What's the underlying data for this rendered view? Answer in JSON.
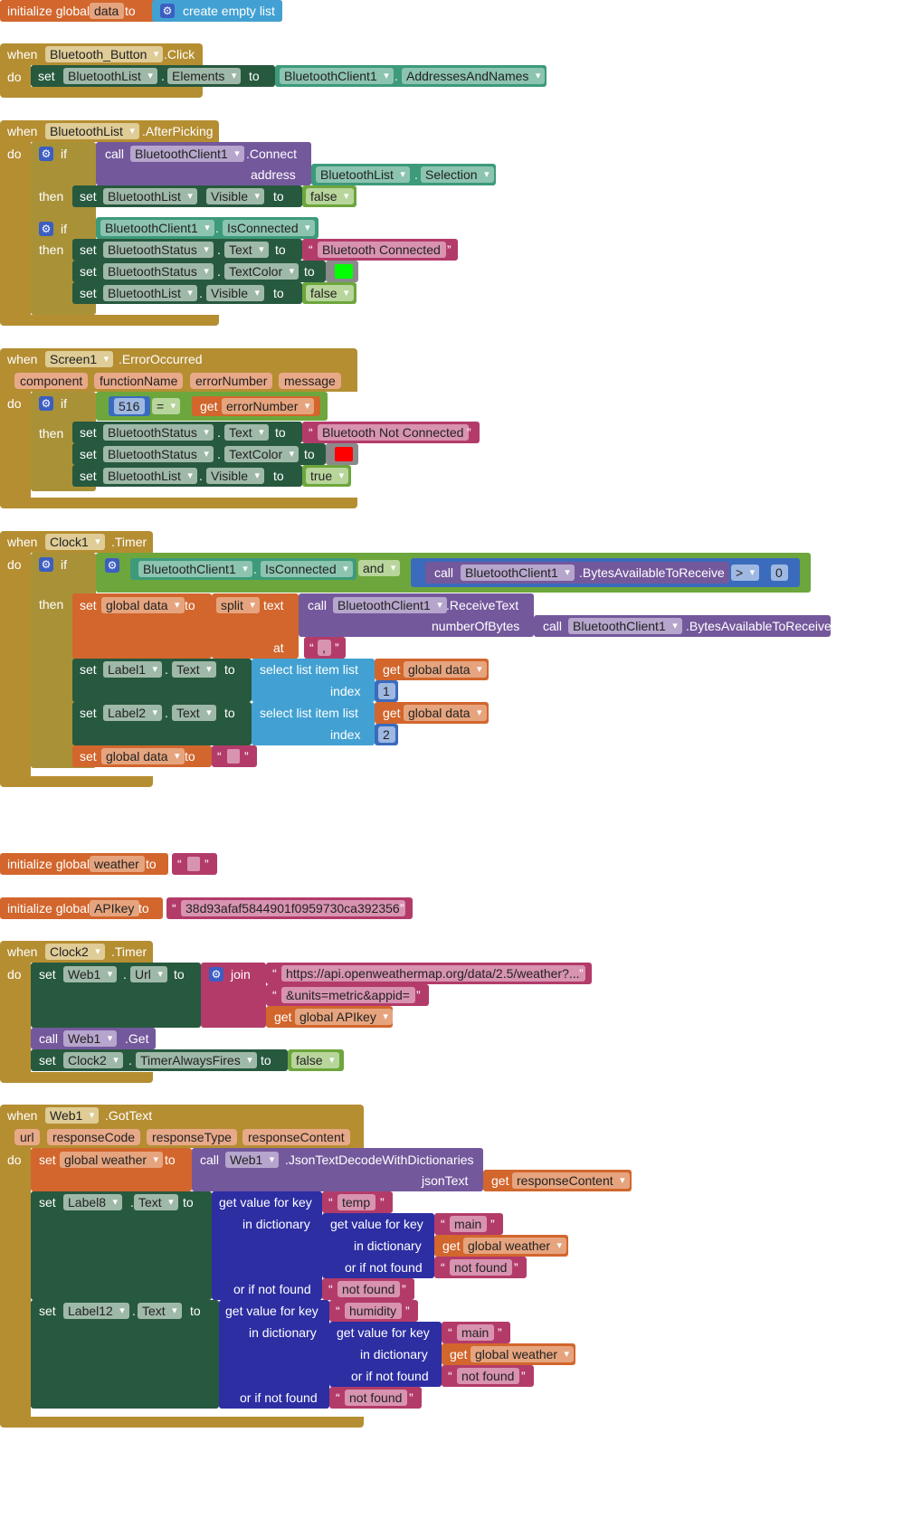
{
  "common": {
    "initialize_global": "initialize global",
    "to": "to",
    "when": "when",
    "do": "do",
    "set": "set",
    "call": "call",
    "if": "if",
    "then": "then",
    "get": "get",
    "and": "and",
    "dot": ".",
    "gear_glyph": "⚙",
    "quote_open": "“",
    "quote_close": "”"
  },
  "b1": {
    "var": "data",
    "value": "create empty list"
  },
  "b2": {
    "component": "Bluetooth_Button",
    "event": ".Click",
    "set_comp": "BluetoothList",
    "set_prop": "Elements",
    "src_comp": "BluetoothClient1",
    "src_prop": "AddressesAndNames"
  },
  "b3": {
    "component": "BluetoothList",
    "event": ".AfterPicking",
    "call_comp": "BluetoothClient1",
    "call_method": ".Connect",
    "address_label": "address",
    "addr_comp": "BluetoothList",
    "addr_prop": "Selection",
    "set1_comp": "BluetoothList",
    "set1_prop": "Visible",
    "set1_val": "false",
    "if2_comp": "BluetoothClient1",
    "if2_prop": "IsConnected",
    "s1_comp": "BluetoothStatus",
    "s1_prop": "Text",
    "s1_val": "Bluetooth Connected",
    "s2_comp": "BluetoothStatus",
    "s2_prop": "TextColor",
    "s2_color": "#00ff00",
    "s3_comp": "BluetoothList",
    "s3_prop": "Visible",
    "s3_val": "false"
  },
  "b4": {
    "component": "Screen1",
    "event": ".ErrorOccurred",
    "params": [
      "component",
      "functionName",
      "errorNumber",
      "message"
    ],
    "num": "516",
    "op": "=",
    "get_var": "errorNumber",
    "s1_comp": "BluetoothStatus",
    "s1_prop": "Text",
    "s1_val": "Bluetooth Not Connected",
    "s2_comp": "BluetoothStatus",
    "s2_prop": "TextColor",
    "s2_color": "#ff0000",
    "s3_comp": "BluetoothList",
    "s3_prop": "Visible",
    "s3_val": "true"
  },
  "b5": {
    "component": "Clock1",
    "event": ".Timer",
    "cond_comp": "BluetoothClient1",
    "cond_prop": "IsConnected",
    "call_comp": "BluetoothClient1",
    "call_method": ".BytesAvailableToReceive",
    "op": ">",
    "num": "0",
    "set_var": "global data",
    "split": "split",
    "text_label": "text",
    "recv_comp": "BluetoothClient1",
    "recv_method": ".ReceiveText",
    "bytes_label": "numberOfBytes",
    "bytes_comp": "BluetoothClient1",
    "bytes_method": ".BytesAvailableToReceive",
    "at_label": "at",
    "sep": ",",
    "l1_comp": "Label1",
    "l1_prop": "Text",
    "select_label": "select list item  list",
    "index_label": "index",
    "get_var": "global data",
    "index1": "1",
    "l2_comp": "Label2",
    "l2_prop": "Text",
    "index2": "2",
    "reset_var": "global data"
  },
  "b6": {
    "var": "weather"
  },
  "b7": {
    "var": "APIkey",
    "value": "38d93afaf5844901f0959730ca392356"
  },
  "b8": {
    "component": "Clock2",
    "event": ".Timer",
    "web_comp": "Web1",
    "web_prop": "Url",
    "join": "join",
    "url1": "https://api.openweathermap.org/data/2.5/weather?...",
    "url2": "&units=metric&appid=",
    "get_var": "global APIkey",
    "call_comp": "Web1",
    "call_method": ".Get",
    "clk_comp": "Clock2",
    "clk_prop": "TimerAlwaysFires",
    "clk_val": "false"
  },
  "b9": {
    "component": "Web1",
    "event": ".GotText",
    "params": [
      "url",
      "responseCode",
      "responseType",
      "responseContent"
    ],
    "set_var": "global weather",
    "call_comp": "Web1",
    "call_method": ".JsonTextDecodeWithDictionaries",
    "json_label": "jsonText",
    "json_get": "responseContent",
    "gvk": "get value for key",
    "in_dict": "in dictionary",
    "not_found_label": "or if not found",
    "l8_comp": "Label8",
    "l8_prop": "Text",
    "key_temp": "temp",
    "key_main": "main",
    "weather_var": "global weather",
    "not_found": "not found",
    "l12_comp": "Label12",
    "l12_prop": "Text",
    "key_humidity": "humidity"
  }
}
